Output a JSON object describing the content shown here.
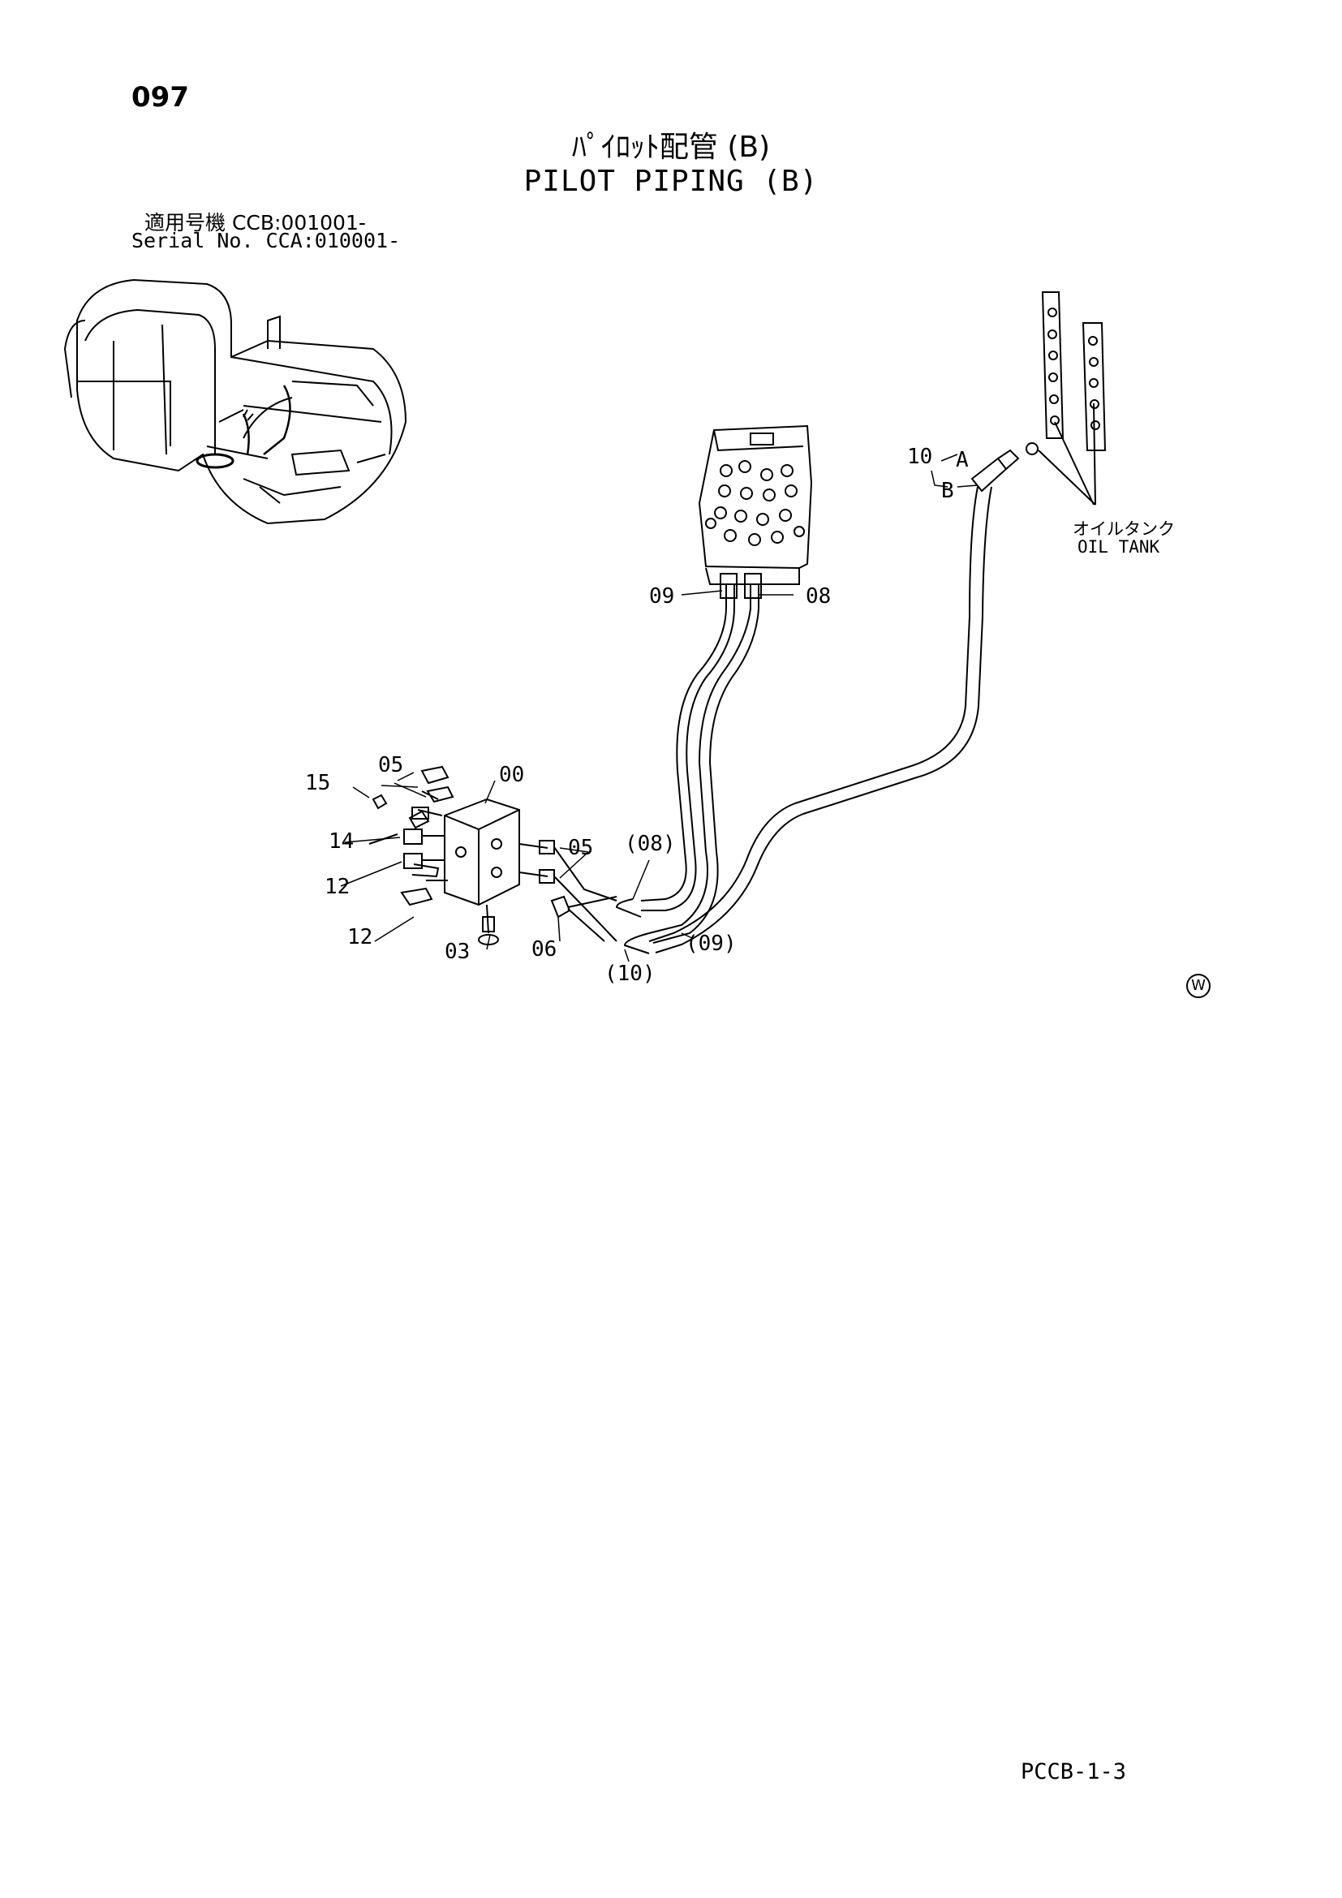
{
  "header": {
    "page_number": "097",
    "title_jp": "ﾊﾟｲﾛｯﾄ配管 (B)",
    "title_en": "PILOT PIPING (B)",
    "serial_jp": "適用号機 CCB:001001-",
    "serial_en": "Serial No. CCA:010001-"
  },
  "footer": {
    "doc_code": "PCCB-1-3",
    "w_mark": "W"
  },
  "labels": {
    "p00": "00",
    "p03": "03",
    "p05a": "05",
    "p05b": "05",
    "p06": "06",
    "p08": "08",
    "p08ref": "(08)",
    "p09": "09",
    "p09ref": "(09)",
    "p10": "10",
    "p10ref": "(10)",
    "p12a": "12",
    "p12b": "12",
    "p14": "14",
    "p15": "15",
    "subA": "A",
    "subB": "B",
    "oil_tank_jp": "オイルタンク",
    "oil_tank_en": "OIL TANK"
  }
}
